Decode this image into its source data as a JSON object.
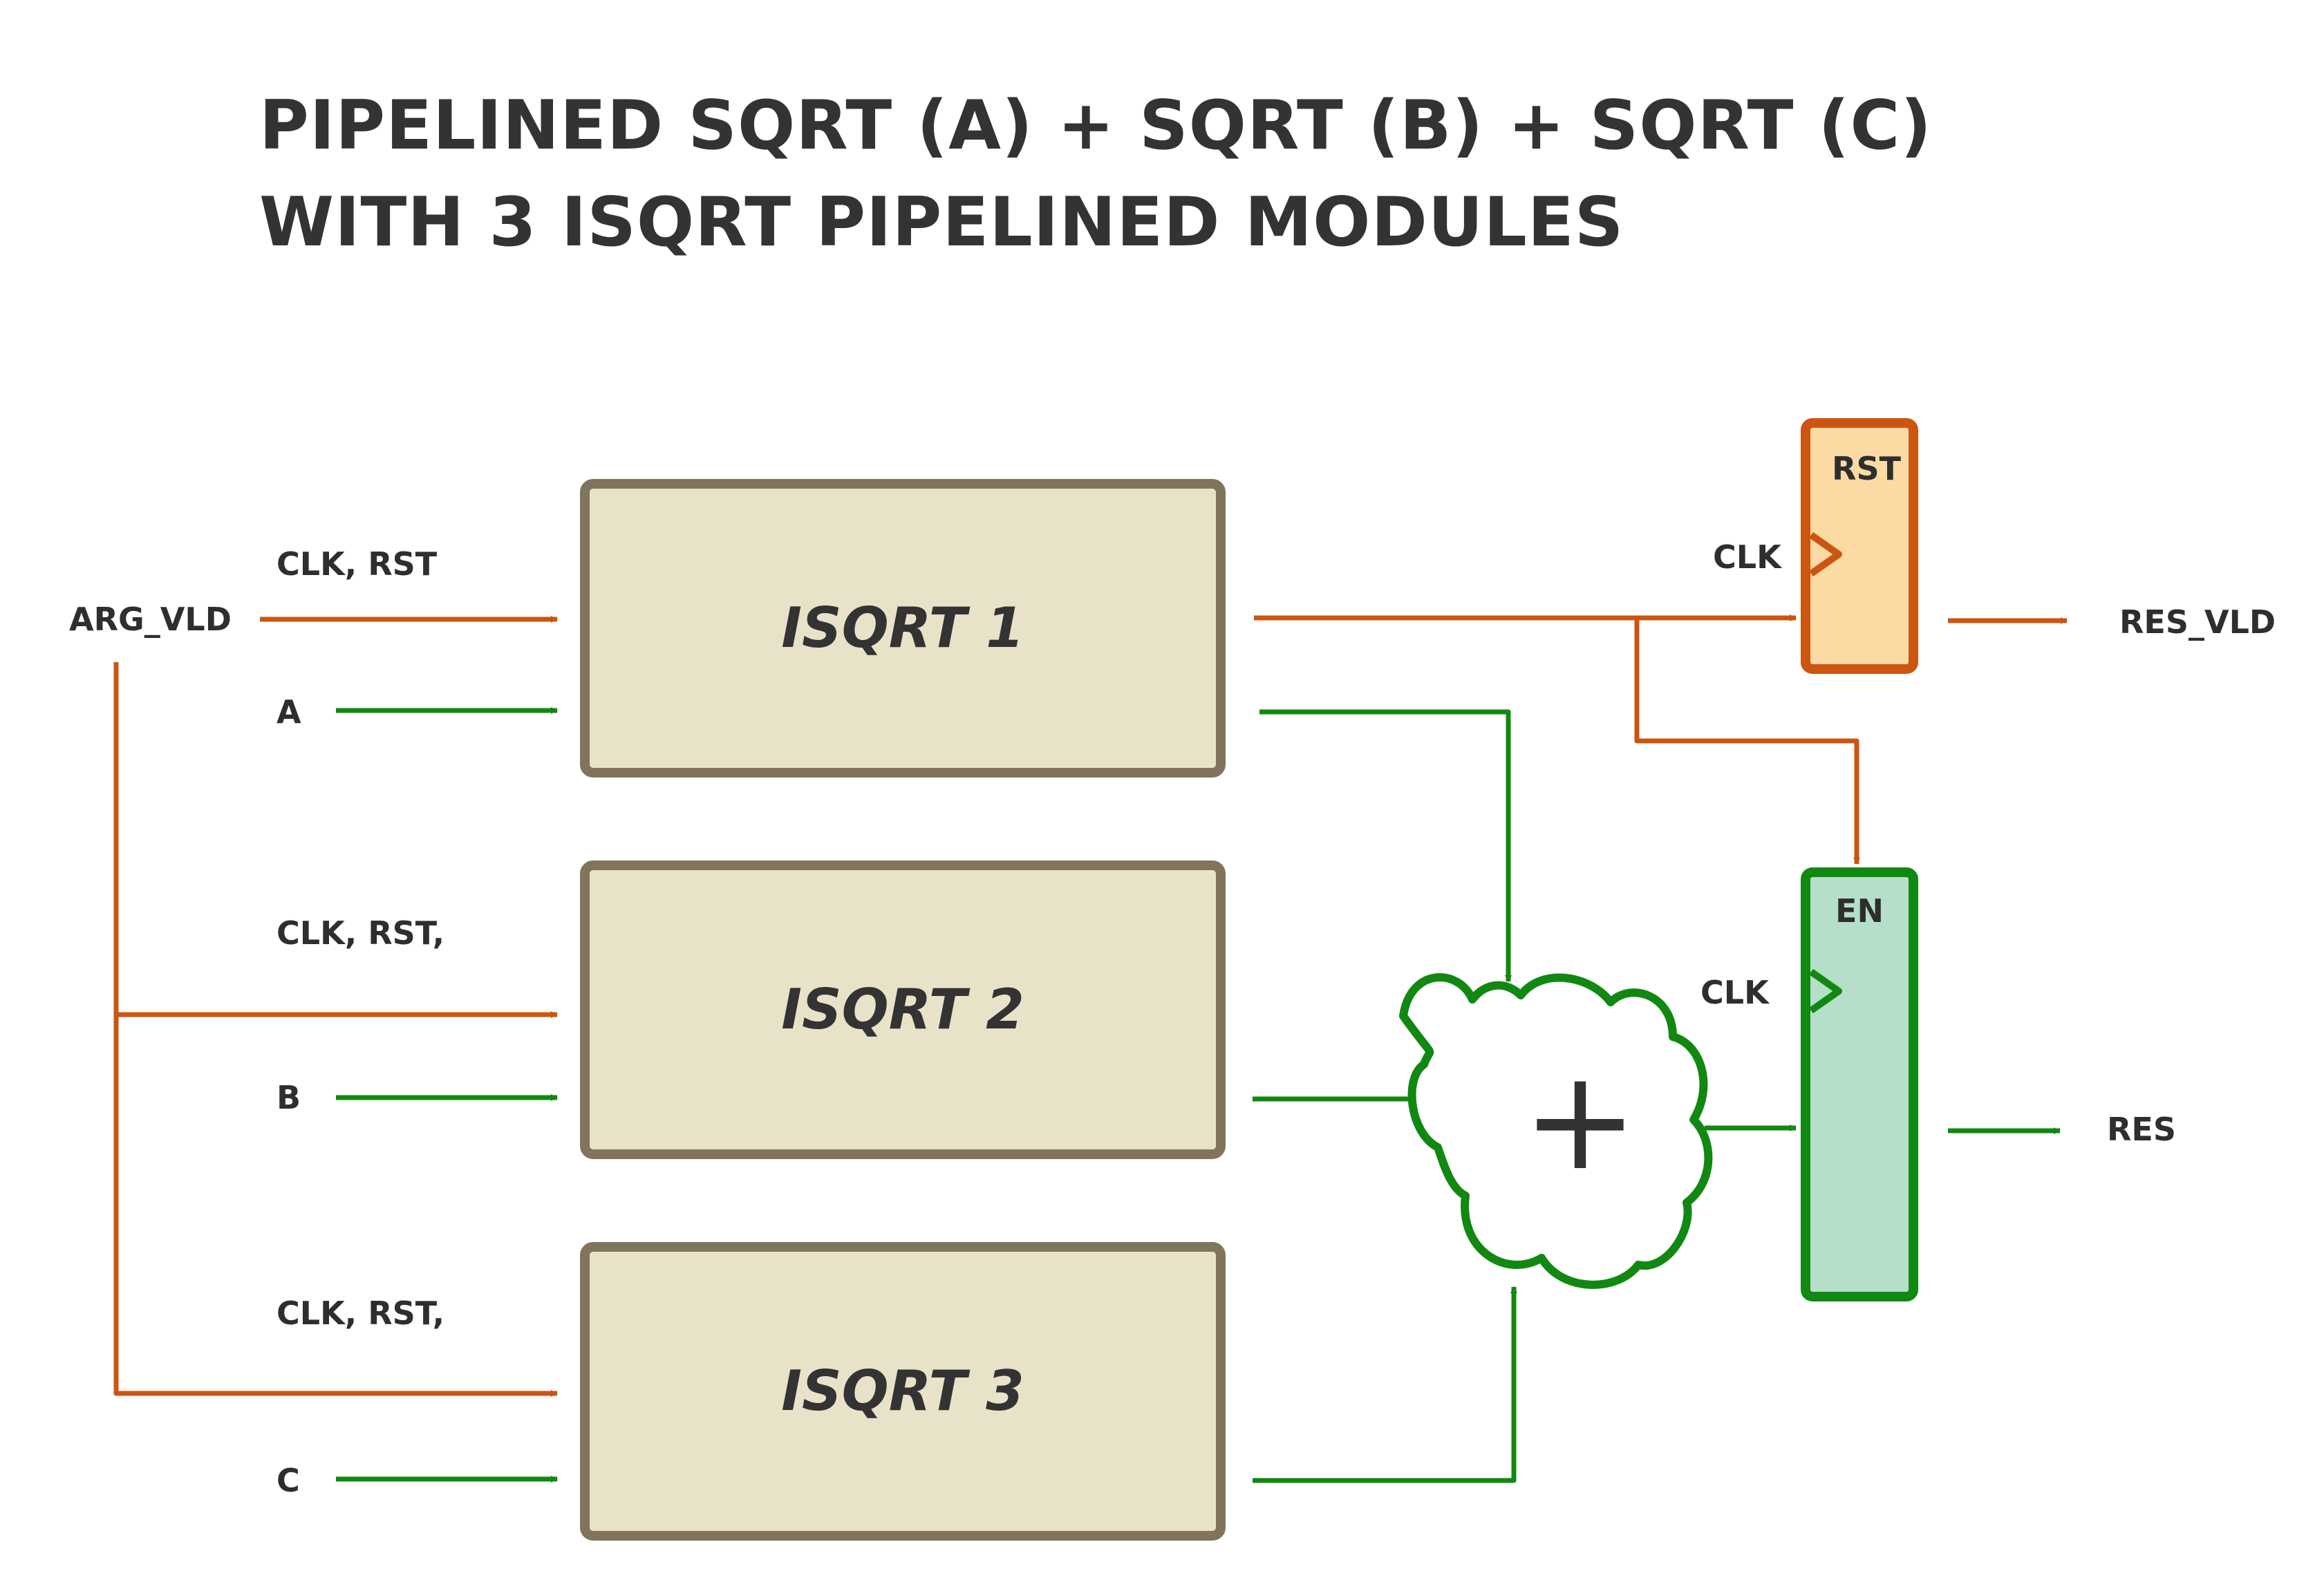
{
  "title": {
    "line1": "PIPELINED SQRT (A) + SQRT (B) + SQRT (C)",
    "line2": "WITH 3 ISQRT PIPELINED MODULES"
  },
  "modules": [
    {
      "label": "ISQRT 1",
      "ctrl_label": "CLK, RST",
      "data_label": "A"
    },
    {
      "label": "ISQRT 2",
      "ctrl_label": "CLK, RST,",
      "data_label": "B"
    },
    {
      "label": "ISQRT 3",
      "ctrl_label": "CLK, RST,",
      "data_label": "C"
    }
  ],
  "inputs": {
    "arg_vld": "ARG_VLD"
  },
  "adder": {
    "symbol": "+"
  },
  "registers": {
    "vld_reg": {
      "top_label": "RST",
      "clk_label": "CLK",
      "output": "RES_VLD"
    },
    "res_reg": {
      "top_label": "EN",
      "clk_label": "CLK",
      "output": "RES"
    }
  },
  "colors": {
    "control_wire": "#cc5511",
    "data_wire": "#118811",
    "module_fill": "#e8e2c8",
    "module_border": "#80745c",
    "vld_reg_fill": "#fcdaa4",
    "res_reg_fill": "#b6dfca"
  }
}
